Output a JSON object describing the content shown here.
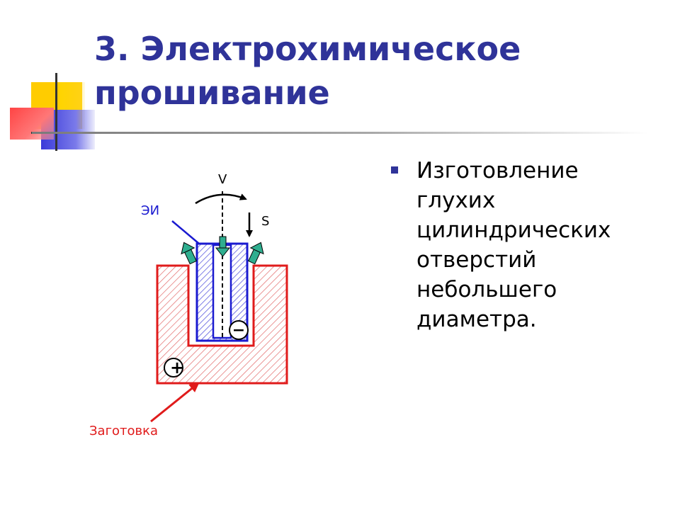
{
  "slide": {
    "title_line1": "3. Электрохимическое",
    "title_line2": "прошивание",
    "bullets": [
      "Изготовление глухих цилиндрических отверстий небольшего диаметра."
    ]
  },
  "diagram": {
    "label_v": "V",
    "label_s": "S",
    "label_tool": "ЭИ",
    "label_workpiece": "Заготовка",
    "sign_tool": "−",
    "sign_workpiece": "+"
  },
  "colors": {
    "title": "#2f3399",
    "workpiece": "#e01b1b",
    "tool": "#1a1ad0",
    "flow_arrow": "#2fae8f"
  }
}
